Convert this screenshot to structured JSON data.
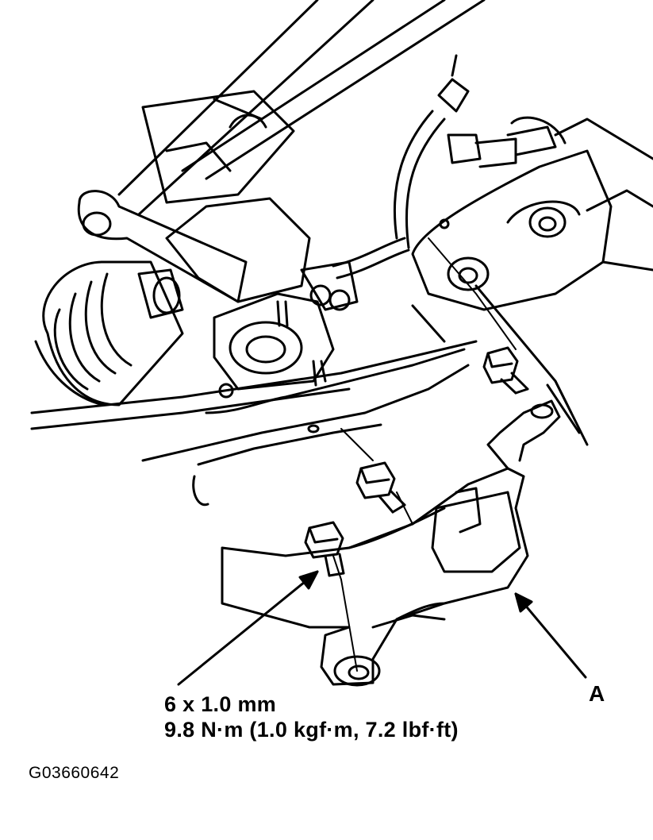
{
  "callout": {
    "label": "A"
  },
  "fastener": {
    "size": "6 x 1.0 mm",
    "torque": "9.8 N·m (1.0 kgf·m, 7.2 lbf·ft)"
  },
  "figure": {
    "id": "G03660642"
  },
  "colors": {
    "line": "#000000",
    "background": "#ffffff"
  }
}
